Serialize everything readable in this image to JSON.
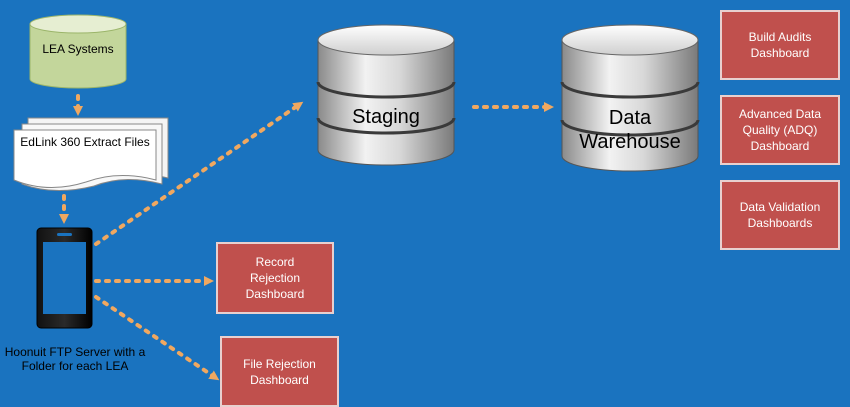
{
  "nodes": {
    "lea_systems": "LEA Systems",
    "extract_files": "EdLink 360 Extract Files",
    "ftp_server": "Hoonuit FTP Server with a Folder for each LEA",
    "staging": "Staging",
    "warehouse": "Data Warehouse"
  },
  "dashboards": {
    "record_rejection": "Record Rejection Dashboard",
    "file_rejection": "File Rejection Dashboard",
    "build_audits": "Build Audits Dashboard",
    "adq": "Advanced Data Quality (ADQ) Dashboard",
    "data_validation": "Data Validation Dashboards"
  },
  "colors": {
    "background": "#1a73bf",
    "dashboard_fill": "#c0504d",
    "cylinder_green": "#c3d69b",
    "arrow": "#f0a860"
  }
}
